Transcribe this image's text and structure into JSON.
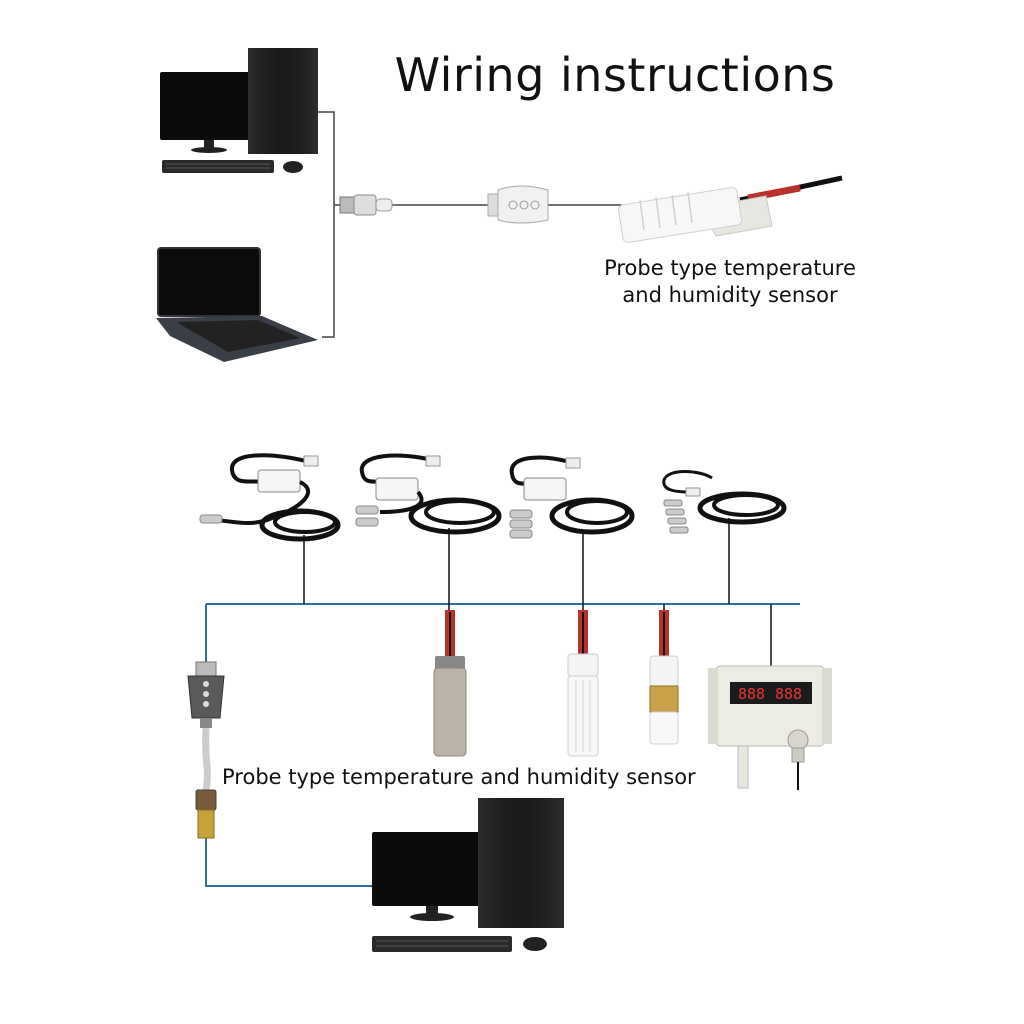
{
  "title": "Wiring instructions",
  "top_section": {
    "sensor_caption_line1": "Probe type temperature",
    "sensor_caption_line2": "and humidity sensor"
  },
  "bottom_section": {
    "sensor_caption": "Probe type temperature and humidity sensor",
    "display_readout_left": "888",
    "display_readout_right": "888"
  },
  "colors": {
    "bus_line": "#2e6f9e",
    "cable": "#111111",
    "red_sleeve": "#b8322a",
    "device_white": "#f2f2f2"
  },
  "icons": [
    "desktop-computer-icon",
    "laptop-icon",
    "usb-to-rs485-adapter-icon",
    "probe-sensor-icon",
    "cable-sensor-icon",
    "wall-transmitter-icon"
  ]
}
